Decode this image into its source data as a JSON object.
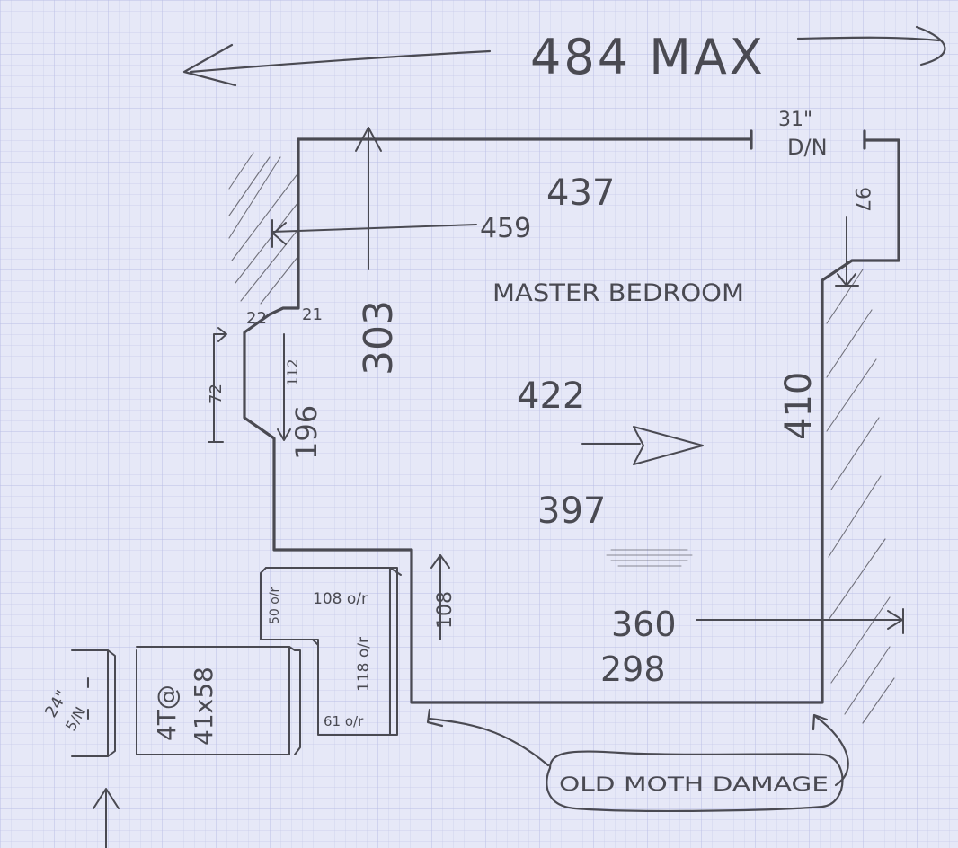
{
  "sheet": {
    "paper_color": "#e6e8f7",
    "grid_color": "#c4c8ea",
    "ink_color": "#4a4a52"
  },
  "labels": {
    "max_width": "484 MAX",
    "top_wall": "437",
    "inner_width": "459",
    "room_name": "MASTER BEDROOM",
    "height_left": "303",
    "width_mid": "422",
    "height_right": "410",
    "width_lower": "397",
    "window_width": "31\"",
    "window_label": "D/N",
    "right_step": "97",
    "step_22": "22",
    "step_21": "21",
    "alcove_72": "72",
    "alcove_112": "112",
    "alcove_196": "196",
    "notch_108": "108",
    "bottom_360": "360",
    "bottom_298": "298",
    "wardrobe_108": "108 o/r",
    "wardrobe_50": "50 o/r",
    "wardrobe_118": "118 o/r",
    "wardrobe_61": "61 o/r",
    "unit_line1": "4T@",
    "unit_line2": "41x58",
    "side_24": "24\"",
    "side_5n": "5/N",
    "callout": "OLD MOTH DAMAGE"
  }
}
